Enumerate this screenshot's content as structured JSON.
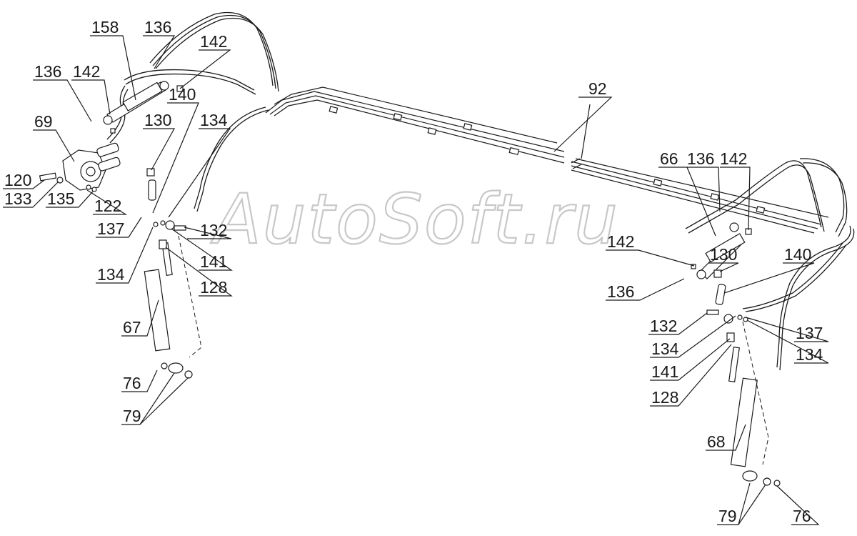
{
  "watermark": "AutoSoft.ru",
  "callouts": {
    "c158": "158",
    "c136_top": "136",
    "c142_top": "142",
    "c136_left": "136",
    "c142_left": "142",
    "c69": "69",
    "c120": "120",
    "c133": "133",
    "c135": "135",
    "c122": "122",
    "c130_left": "130",
    "c140_left": "140",
    "c134_left_top": "134",
    "c137_left": "137",
    "c134_left_bot": "134",
    "c132_left": "132",
    "c141_left": "141",
    "c128_left": "128",
    "c67": "67",
    "c76_left": "76",
    "c79_left": "79",
    "c92": "92",
    "c66": "66",
    "c136_right": "136",
    "c142_right_top": "142",
    "c142_right": "142",
    "c130_right": "130",
    "c140_right": "140",
    "c136_right_bot": "136",
    "c132_right": "132",
    "c134_right_a": "134",
    "c141_right": "141",
    "c128_right": "128",
    "c137_right": "137",
    "c134_right_b": "134",
    "c68": "68",
    "c79_right": "79",
    "c76_right": "76"
  }
}
